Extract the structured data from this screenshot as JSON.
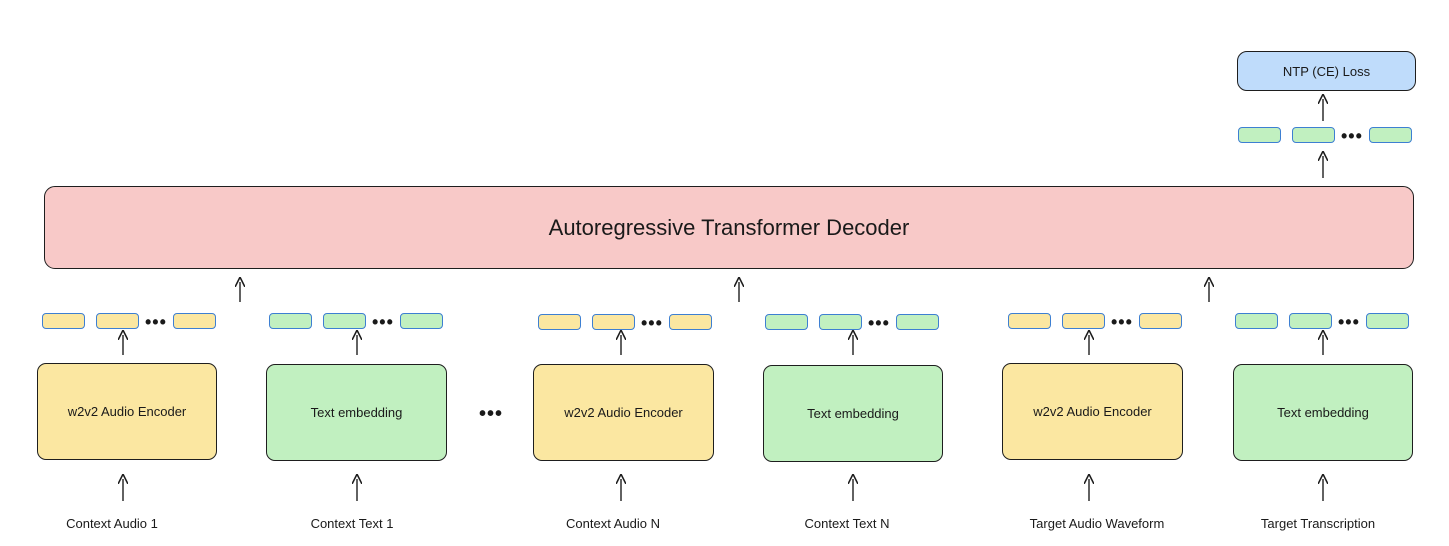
{
  "decoder": {
    "title": "Autoregressive Transformer Decoder"
  },
  "loss": {
    "title": "NTP (CE) Loss"
  },
  "ellipsis": "•••",
  "columns": [
    {
      "block": "w2v2 Audio Encoder",
      "input": "Context Audio 1"
    },
    {
      "block": "Text embedding",
      "input": "Context Text 1"
    },
    {
      "block": "w2v2 Audio Encoder",
      "input": "Context Audio N"
    },
    {
      "block": "Text embedding",
      "input": "Context Text N"
    },
    {
      "block": "w2v2 Audio Encoder",
      "input": "Target Audio Waveform"
    },
    {
      "block": "Text embedding",
      "input": "Target Transcription"
    }
  ]
}
